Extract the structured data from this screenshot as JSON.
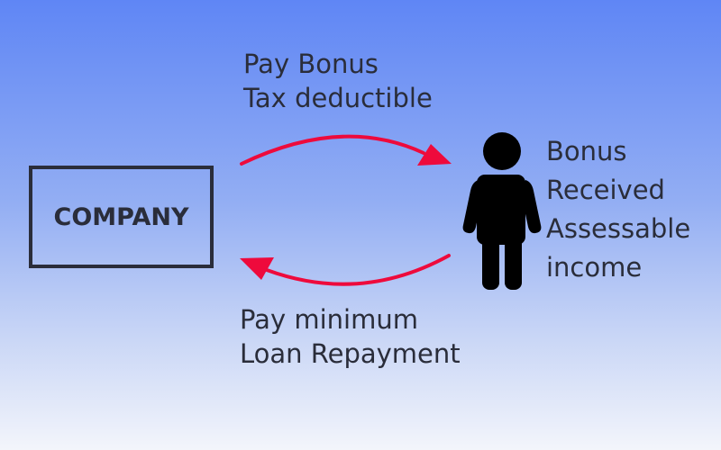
{
  "company": {
    "label": "COMPANY"
  },
  "top_flow": {
    "lines": [
      "Pay Bonus",
      "Tax deductible"
    ]
  },
  "bottom_flow": {
    "lines": [
      "Pay minimum",
      "Loan Repayment"
    ]
  },
  "person_info": {
    "lines": [
      "Bonus",
      "Received",
      "Assessable",
      "income"
    ]
  },
  "icons": {
    "person": "person-icon"
  },
  "colors": {
    "arrow": "#ee0a3c",
    "text": "#2a2d3a",
    "person": "#000000"
  }
}
